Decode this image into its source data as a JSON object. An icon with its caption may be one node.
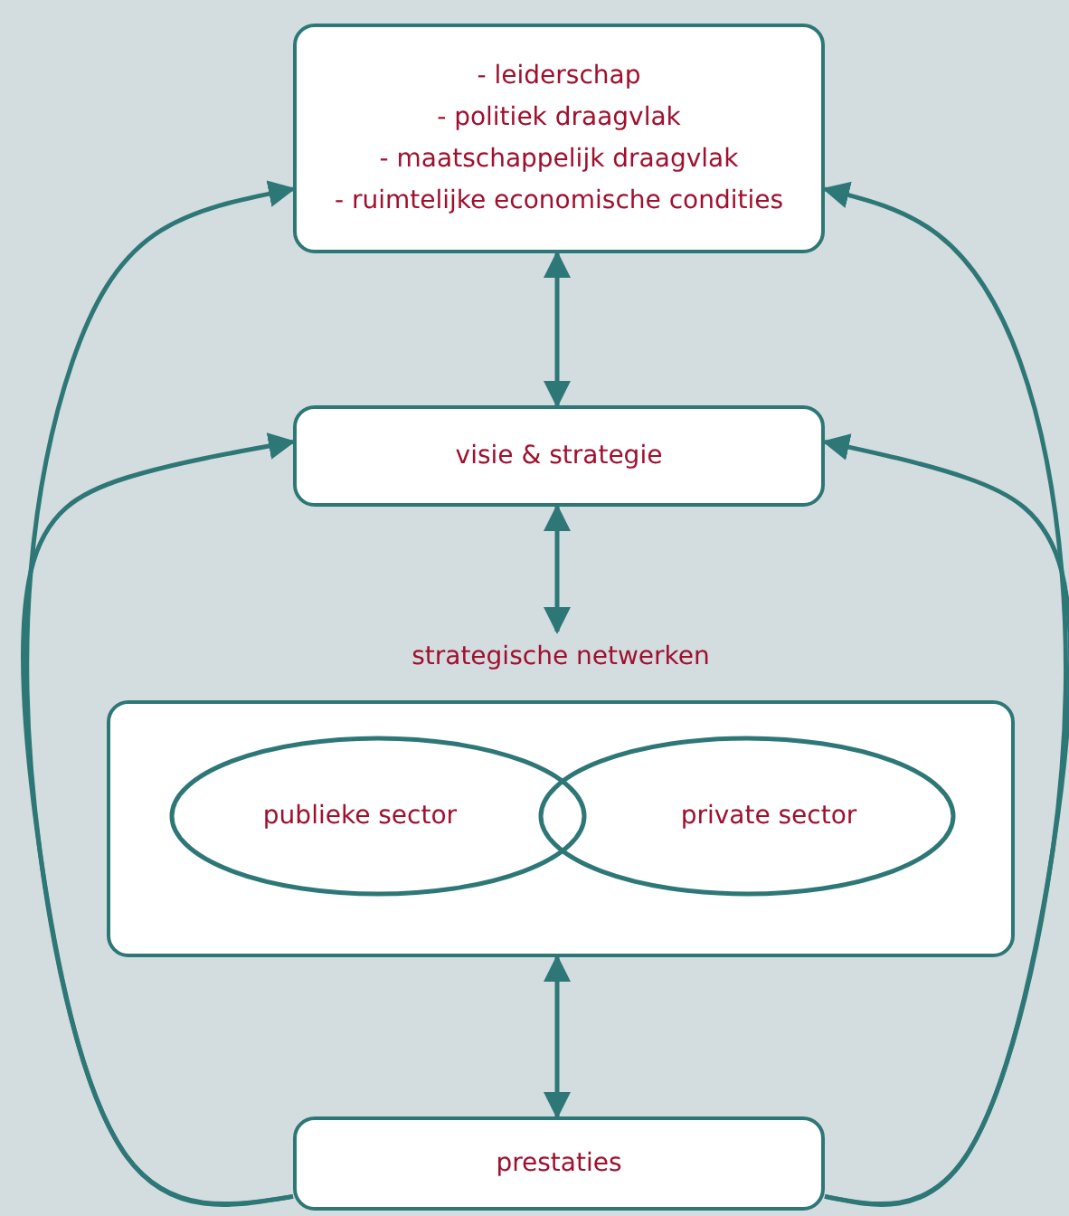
{
  "diagram": {
    "nodes": [
      {
        "text": [
          "- leiderschap",
          "- politiek draagvlak",
          "- maatschappelijk draagvlak",
          "- ruimtelijke economische condities"
        ]
      },
      {
        "text": [
          "visie & strategie"
        ]
      },
      {
        "text": [
          "strategische netwerken"
        ]
      },
      {
        "text": [
          "publieke sector"
        ],
        "in": 2
      },
      {
        "text": [
          "private sector"
        ],
        "in": 2
      },
      {
        "text": [
          "prestaties"
        ]
      }
    ],
    "edges": [
      {
        "from": 0,
        "to": 1,
        "arrow": "both"
      },
      {
        "from": 1,
        "to": 2,
        "arrow": "both"
      },
      {
        "from": 2,
        "to": 5,
        "arrow": "both"
      },
      {
        "from": 5,
        "to": 0,
        "arrow": "to"
      },
      {
        "from": 5,
        "to": 1,
        "arrow": "to"
      },
      {
        "from": 5,
        "to": 0,
        "arrow": "to"
      },
      {
        "from": 5,
        "to": 1,
        "arrow": "to"
      }
    ]
  }
}
